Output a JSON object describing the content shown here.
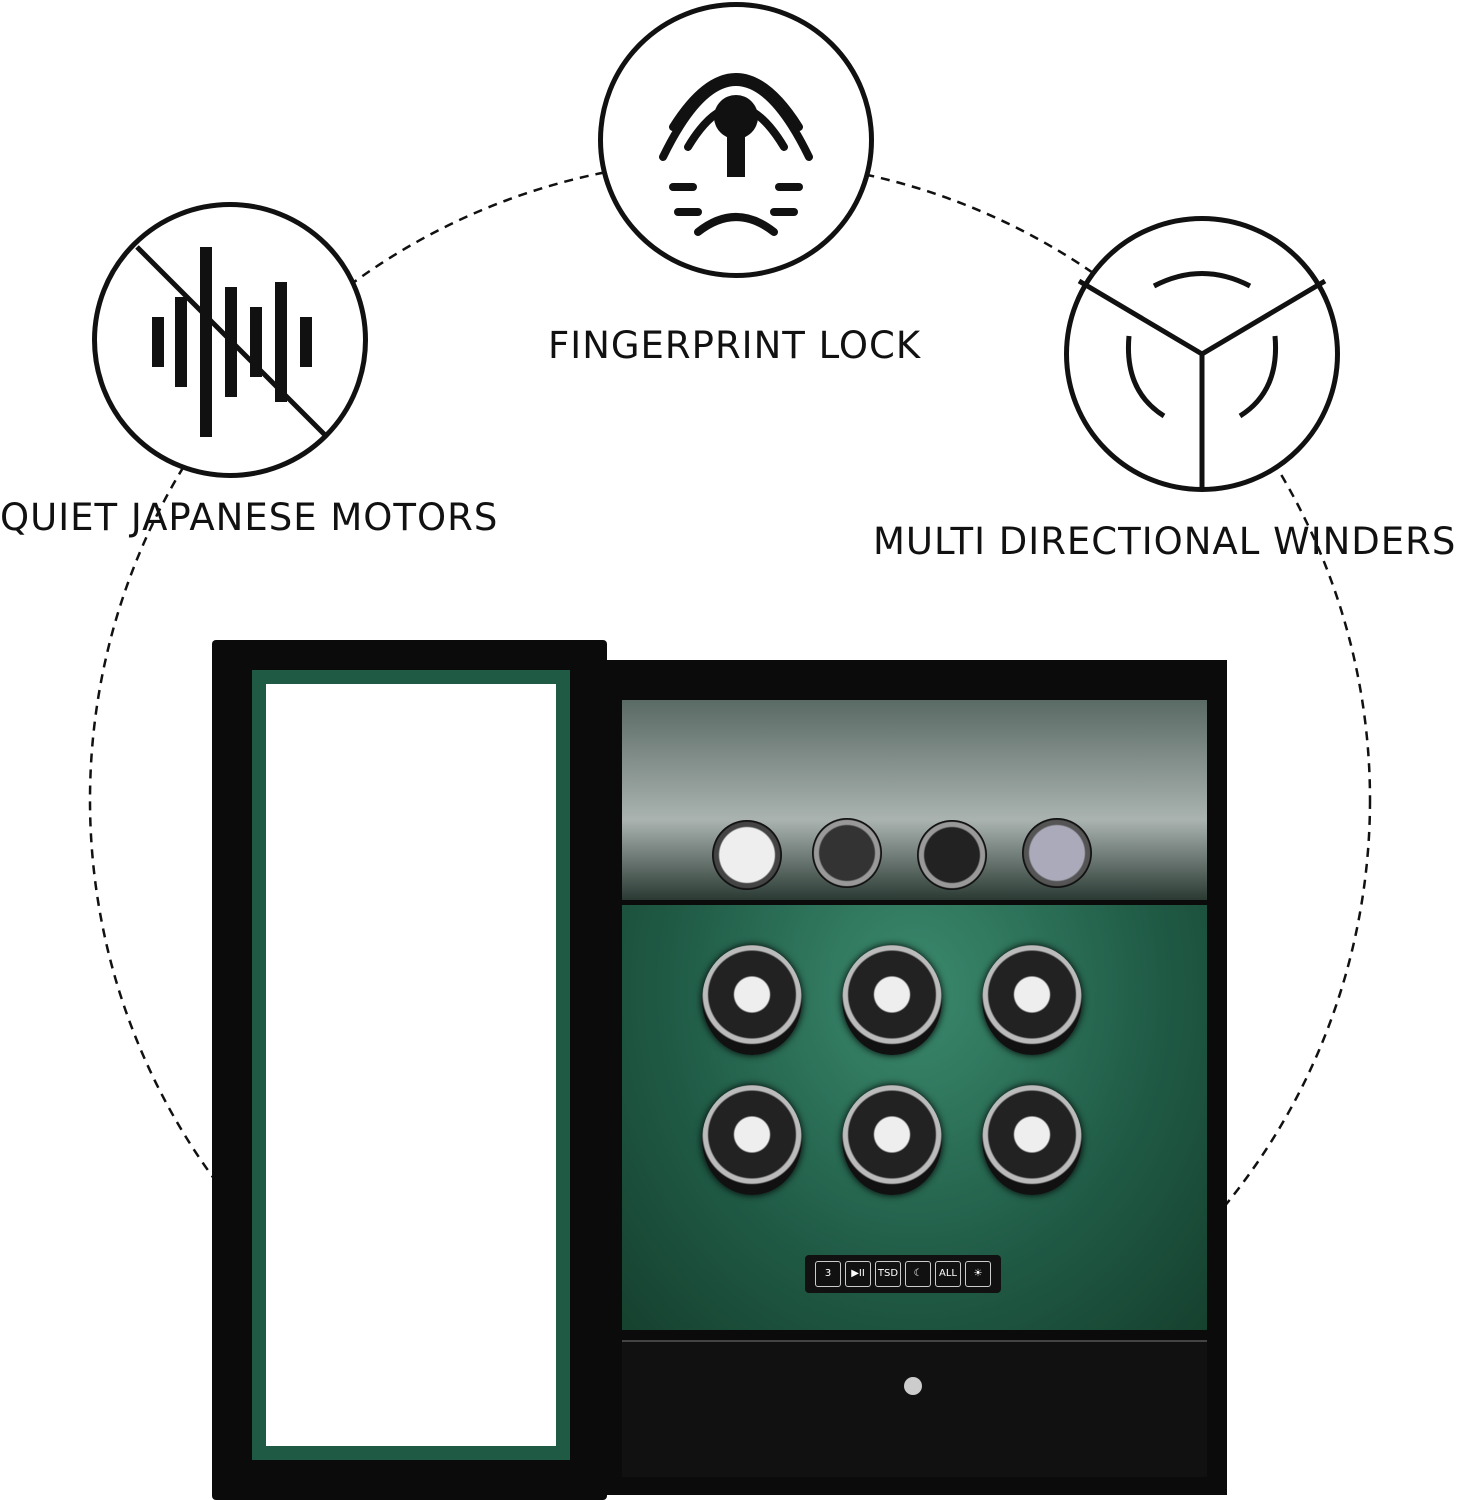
{
  "features": [
    {
      "label": "QUIET JAPANESE MOTORS",
      "icon": "muted-sound-wave-icon"
    },
    {
      "label": "FINGERPRINT LOCK",
      "icon": "fingerprint-lock-icon"
    },
    {
      "label": "MULTI DIRECTIONAL WINDERS",
      "icon": "rotation-arrows-icon"
    }
  ],
  "control_panel": {
    "buttons": [
      "3",
      "▶II",
      "TSD",
      "☾",
      "ALL",
      "☀"
    ]
  },
  "colors": {
    "interior": "#1f5a45",
    "cabinet": "#0b0b0b"
  }
}
